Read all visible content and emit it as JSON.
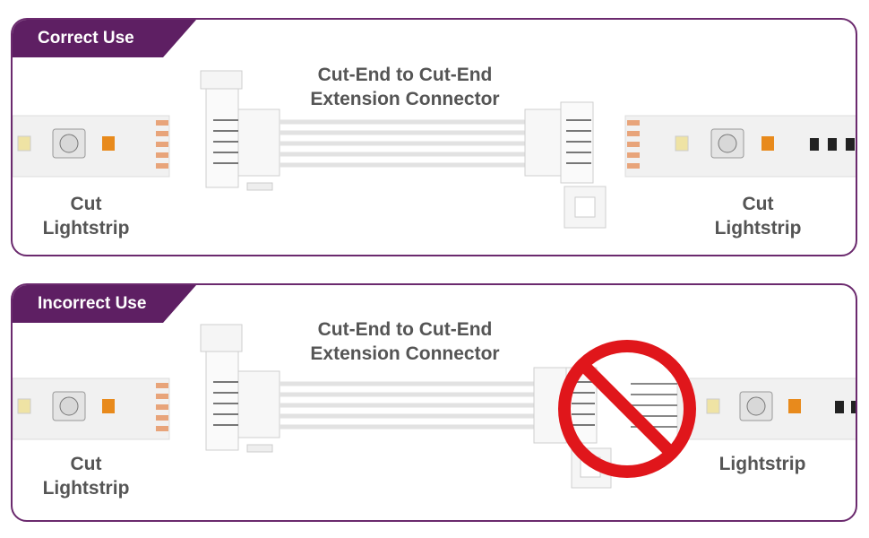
{
  "colors": {
    "accent": "#5e1f63",
    "border": "#6b2a6e",
    "caption_text": "#555555",
    "prohibition_red": "#e0161b",
    "pad_copper": "#e8a47a",
    "led_amber": "#e88a1c",
    "led_yellow": "#f0e4a0"
  },
  "icons": {
    "prohibition": "prohibited-sign-icon"
  },
  "correct": {
    "tab_label": "Correct Use",
    "connector_caption_line1": "Cut-End to Cut-End",
    "connector_caption_line2": "Extension Connector",
    "left_caption_line1": "Cut",
    "left_caption_line2": "Lightstrip",
    "right_caption_line1": "Cut",
    "right_caption_line2": "Lightstrip"
  },
  "incorrect": {
    "tab_label": "Incorrect Use",
    "connector_caption_line1": "Cut-End to Cut-End",
    "connector_caption_line2": "Extension Connector",
    "left_caption_line1": "Cut",
    "left_caption_line2": "Lightstrip",
    "right_caption_line1": "Lightstrip"
  }
}
